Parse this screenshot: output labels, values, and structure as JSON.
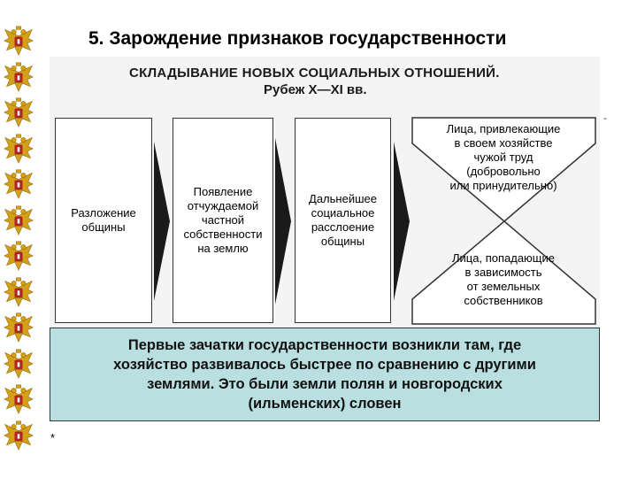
{
  "slide": {
    "title": "5. Зарождение признаков государственности",
    "footnote_mark": "*",
    "corner_mark": "-"
  },
  "decoration": {
    "icon": "double-headed-eagle-icon",
    "repeat_count": 12,
    "colors": {
      "gold": "#d4a017",
      "red": "#b22222"
    }
  },
  "diagram": {
    "heading": "СКЛАДЫВАНИЕ НОВЫХ СОЦИАЛЬНЫХ ОТНОШЕНИЙ.",
    "subheading": "Рубеж X—XI вв.",
    "steps": [
      "Разложение\nобщины",
      "Появление\nотчуждаемой\nчастной\nсобственности\nна землю",
      "Дальнейшее\nсоциальное\nрасслоение\nобщины"
    ],
    "outcomes": [
      "Лица, привлекающие\nв своем хозяйстве\nчужой труд\n(добровольно\nили принудительно)",
      "Лица, попадающие\nв зависимость\nот земельных\nсобственников"
    ]
  },
  "info_box": {
    "text": "Первые зачатки государственности возникли там, где\nхозяйство развивалось быстрее по сравнению с другими\nземлями. Это были земли полян и новгородских\n(ильменских) словен",
    "background": "#b9dfe0"
  }
}
